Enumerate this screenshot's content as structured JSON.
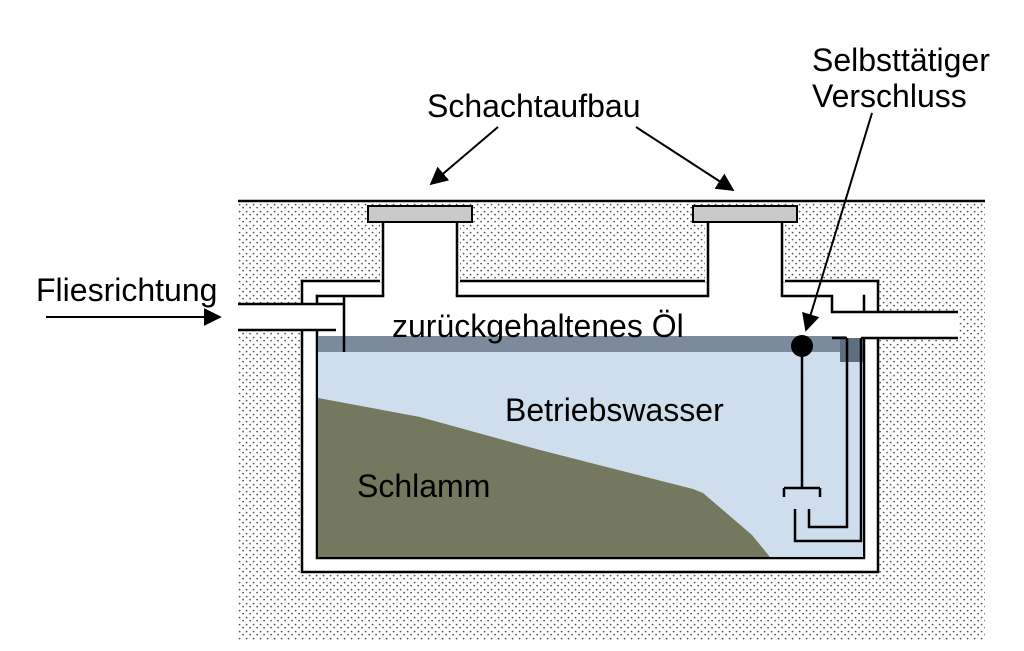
{
  "diagram": {
    "type": "oil-separator-cross-section",
    "labels": {
      "flow_direction": "Fliesrichtung",
      "shaft_structure": "Schachtaufbau",
      "automatic_closure_line1": "Selbsttätiger",
      "automatic_closure_line2": "Verschluss",
      "retained_oil": "zurückgehaltenes Öl",
      "process_water": "Betriebswasser",
      "sludge": "Schlamm"
    },
    "colors": {
      "water": "#cfdeed",
      "oil": "#7b8b9b",
      "oil_dark": "#5f6f7d",
      "sludge": "#74785f",
      "cap": "#c9c9c9",
      "outline": "#000000"
    }
  }
}
